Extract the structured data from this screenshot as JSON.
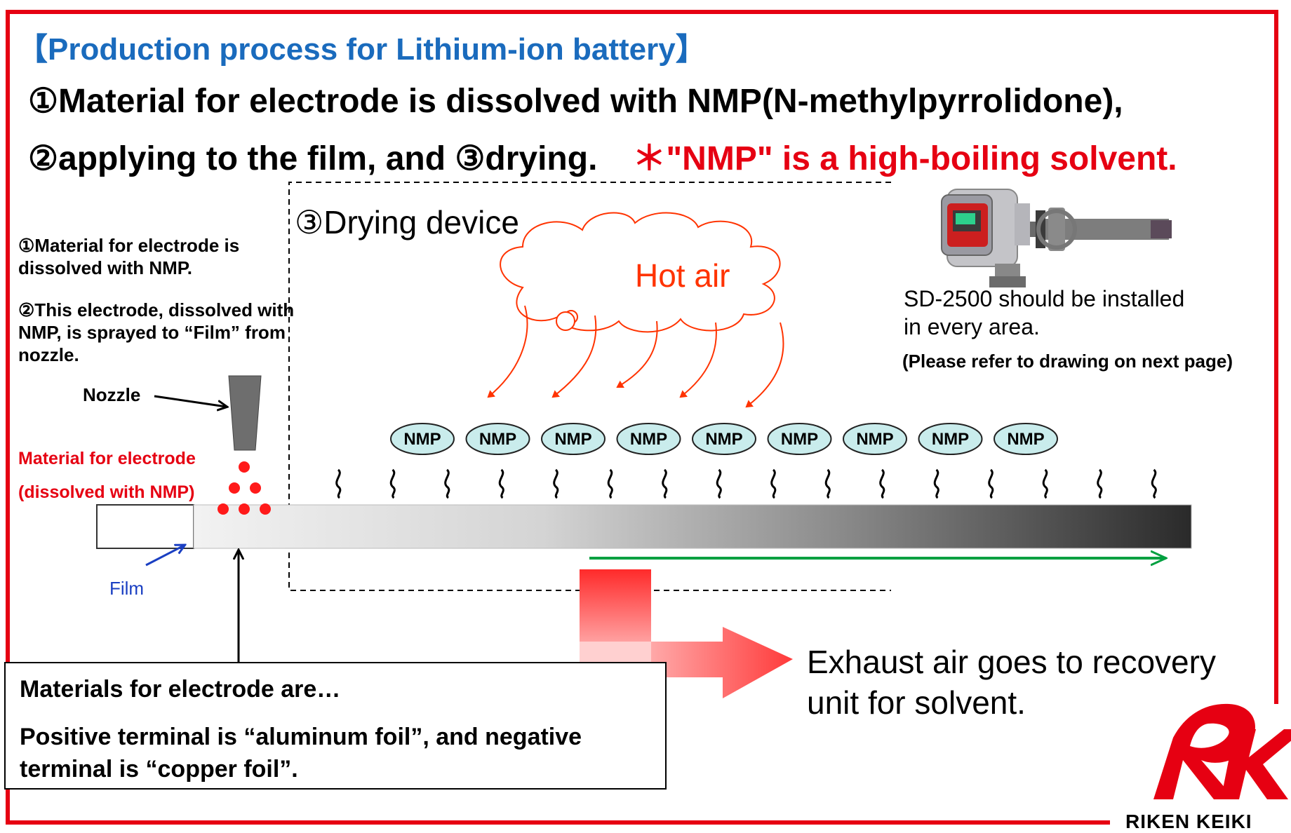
{
  "title": "【Production process for Lithium-ion battery】",
  "headline": {
    "line1": "①Material for electrode is dissolved with NMP(N-methylpyrrolidone),",
    "line2_part1": "②applying to the film, and ③drying.",
    "line2_note": "＊\"NMP\" is a high-boiling solvent."
  },
  "left_notes": {
    "step1": "①Material for electrode is dissolved with NMP.",
    "step2": "②This electrode, dissolved with NMP, is sprayed to “Film” from nozzle.",
    "nozzle": "Nozzle",
    "material_line1": "Material for electrode",
    "material_line2": "(dissolved with NMP)",
    "film": "Film"
  },
  "drying_device": {
    "label": "③Drying device",
    "hot_air": "Hot air",
    "nmp_label": "NMP",
    "nmp_count": 9
  },
  "sensor": {
    "line1": "SD-2500 should be installed",
    "line2": "in every area.",
    "note": "(Please refer to drawing on next page)"
  },
  "exhaust": "Exhaust air goes to recovery unit for solvent.",
  "bottom_box": {
    "line1": "Materials for electrode are…",
    "line2": "Positive terminal is “aluminum foil”, and negative terminal is “copper foil”."
  },
  "logo": {
    "text": "RIKEN KEIKI"
  },
  "colors": {
    "frame": "#e60012",
    "title": "#1a6bbd",
    "nmp_fill": "#c9ecec",
    "hot_air_arrow": "#ff3300",
    "flow_arrow": "#00a040"
  }
}
